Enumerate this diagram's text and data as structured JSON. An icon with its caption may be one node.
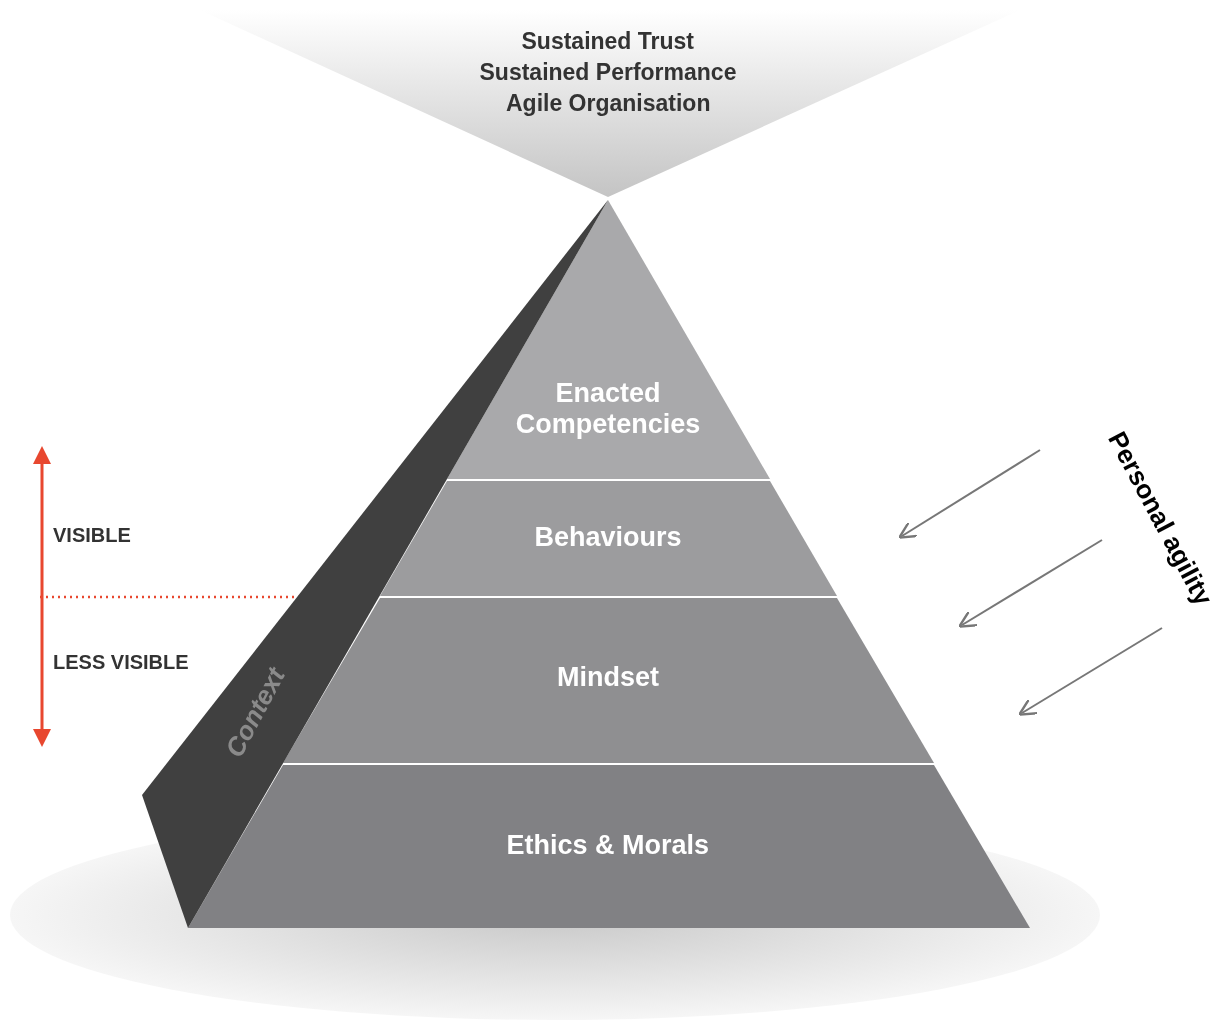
{
  "diagram": {
    "nodes": [
      {
        "text": [
          "Sustained Trust",
          "Sustained Performance",
          "Agile Organisation"
        ]
      },
      {
        "text": [
          "Enacted Competencies"
        ]
      },
      {
        "text": [
          "Behaviours"
        ]
      },
      {
        "text": [
          "Mindset"
        ]
      },
      {
        "text": [
          "Ethics & Morals"
        ]
      },
      {
        "text": [
          "Context"
        ]
      }
    ],
    "edges": [],
    "labels": [
      "VISIBLE",
      "LESS VISIBLE",
      "Personal agility"
    ]
  }
}
